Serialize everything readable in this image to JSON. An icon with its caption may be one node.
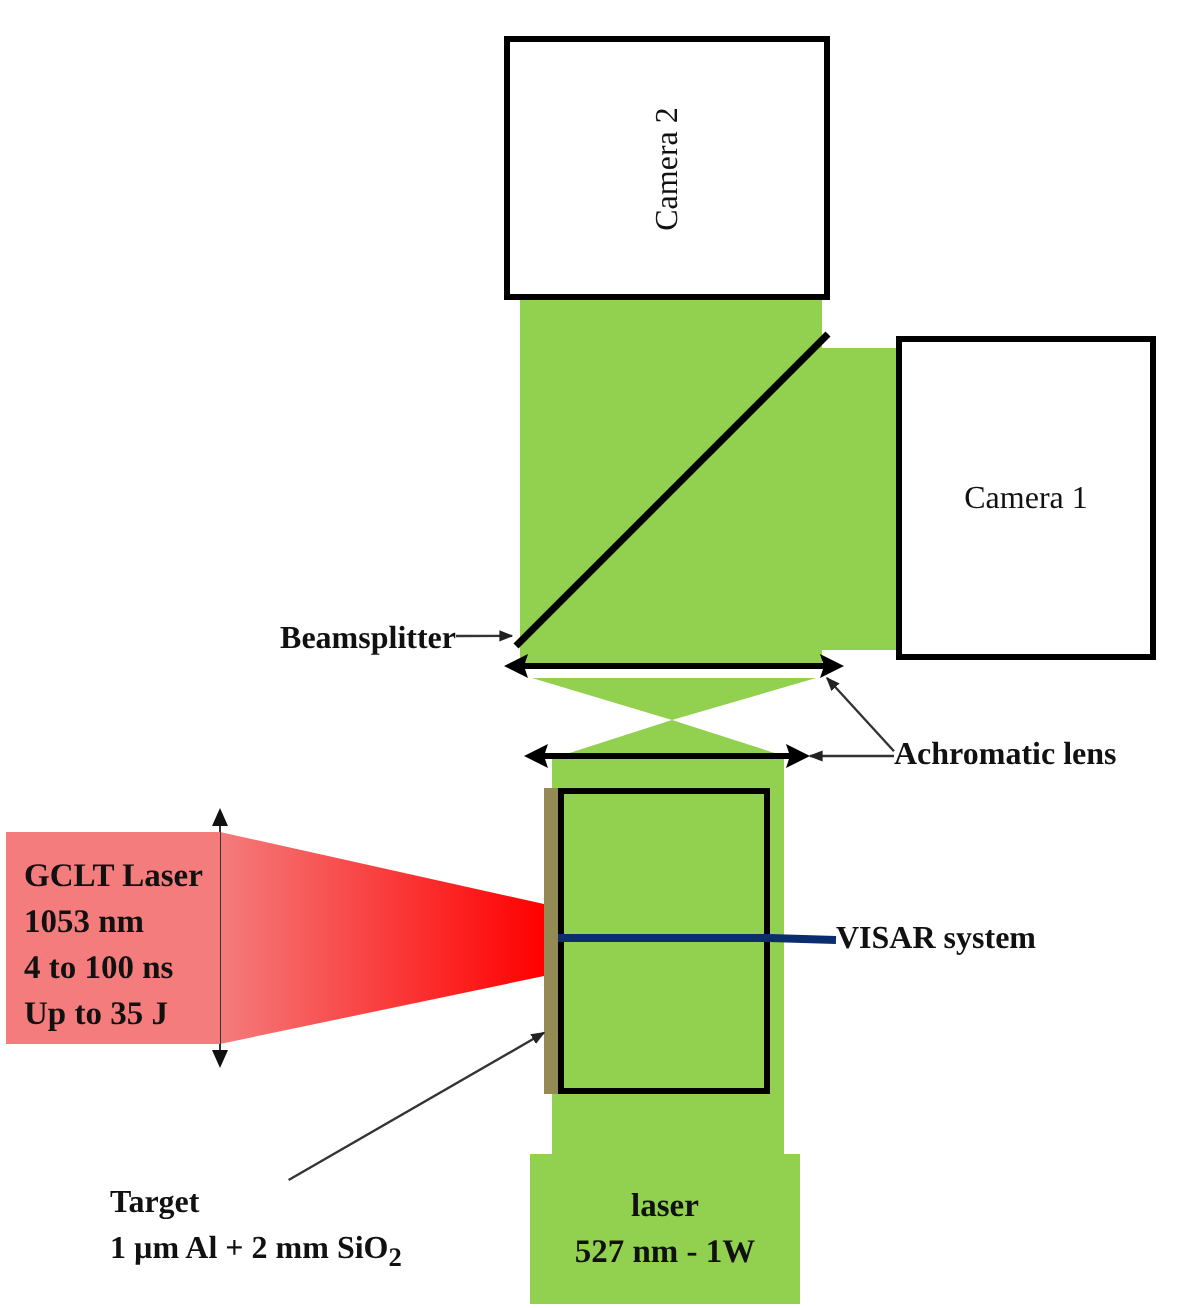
{
  "diagram": {
    "nodes": [
      {
        "text": [
          "Camera 2"
        ]
      },
      {
        "text": [
          "Camera 1"
        ]
      },
      {
        "text": [],
        "shape": "bar"
      },
      {
        "text": [
          "Beamsplitter"
        ]
      },
      {
        "text": [],
        "shape": "lens"
      },
      {
        "text": [
          "Achromatic lens"
        ]
      },
      {
        "text": [],
        "shape": "lens"
      },
      {
        "text": [
          "GCLT Laser",
          "1053 nm",
          "4 to 100 ns",
          "Up to 35 J"
        ]
      },
      {
        "text": [],
        "shape": "bar"
      },
      {
        "text": [],
        "shape": "box"
      },
      {
        "text": [
          "VISAR system"
        ]
      },
      {
        "text": [
          "Target",
          "1 µm Al + 2 mm SiO$_{2}$"
        ]
      },
      {
        "text": [
          "laser",
          "527 nm - 1W"
        ]
      }
    ],
    "edges": [
      {
        "from": 3,
        "to": 2,
        "arrow": "to"
      },
      {
        "from": 5,
        "to": 4,
        "arrow": "to"
      },
      {
        "from": 5,
        "to": 6,
        "arrow": "to"
      },
      {
        "from": 10,
        "to": 9,
        "arrow": "none",
        "style": "thick",
        "color": "#0b2d6e"
      },
      {
        "from": 11,
        "to": 8,
        "arrow": "to"
      }
    ]
  }
}
